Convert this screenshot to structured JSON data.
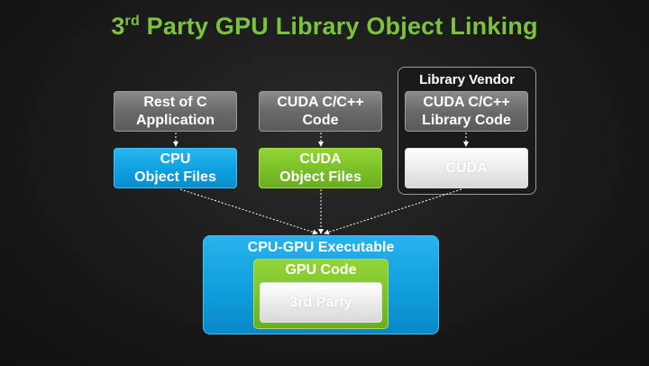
{
  "title": {
    "main": "Party GPU Library Object Linking",
    "prefix": "3",
    "sup": "rd"
  },
  "boxes": {
    "rest_of_c": "Rest of C\nApplication",
    "cuda_code": "CUDA C/C++\nCode",
    "library_code": "CUDA C/C++\nLibrary Code",
    "cpu_obj": "CPU\nObject Files",
    "cuda_obj": "CUDA\nObject Files",
    "vendor_cuda_obj": "CUDA\n"
  },
  "library_vendor": {
    "label": "Library Vendor"
  },
  "executable": {
    "label": "CPU-GPU Executable",
    "gpu_code_label": "GPU Code",
    "third_party": "3rd Party\n"
  },
  "colors": {
    "title": "#7cc242",
    "gray_box": "#6a6a6a",
    "blue_box": "#0ea0df",
    "green_box": "#7bc02a",
    "white_box": "#f0f0f0",
    "arrow": "#ffffff"
  }
}
